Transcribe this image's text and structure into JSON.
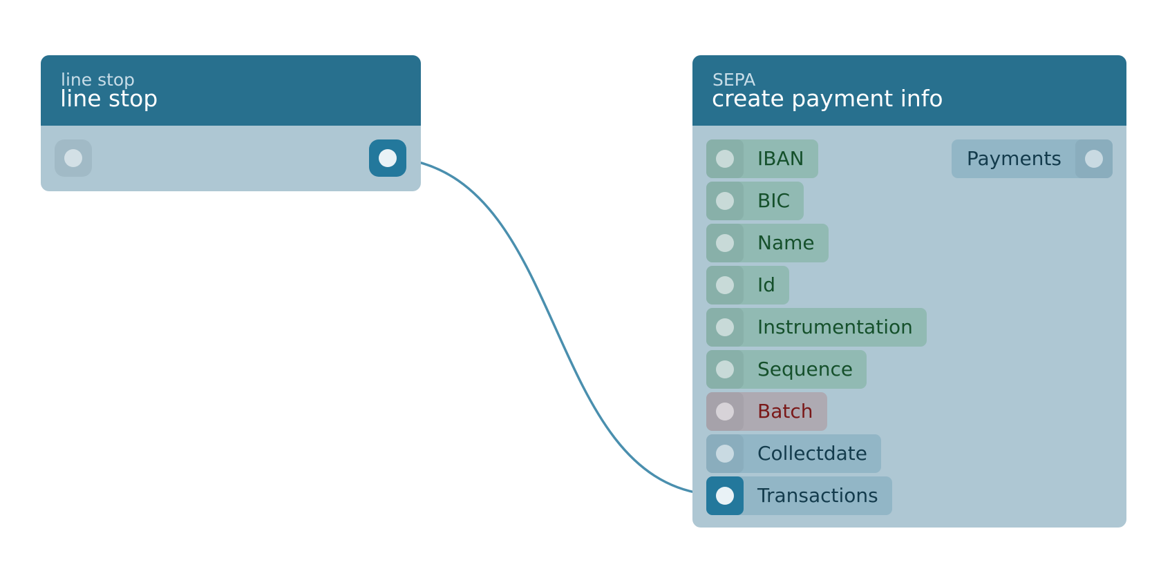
{
  "nodes": {
    "line_stop": {
      "subtitle": "line stop",
      "title": "line stop"
    },
    "sepa": {
      "subtitle": "SEPA",
      "title": "create payment info",
      "inputs": [
        {
          "label": "IBAN",
          "kind": "green"
        },
        {
          "label": "BIC",
          "kind": "green"
        },
        {
          "label": "Name",
          "kind": "green"
        },
        {
          "label": "Id",
          "kind": "green"
        },
        {
          "label": "Instrumentation",
          "kind": "green"
        },
        {
          "label": "Sequence",
          "kind": "green"
        },
        {
          "label": "Batch",
          "kind": "red"
        },
        {
          "label": "Collectdate",
          "kind": "blue"
        },
        {
          "label": "Transactions",
          "kind": "connected"
        }
      ],
      "output": {
        "label": "Payments"
      }
    }
  },
  "colors": {
    "header": "#28708e",
    "node_body": "#aec7d3",
    "wire": "#4a8fae",
    "port_active": "#23789c"
  }
}
